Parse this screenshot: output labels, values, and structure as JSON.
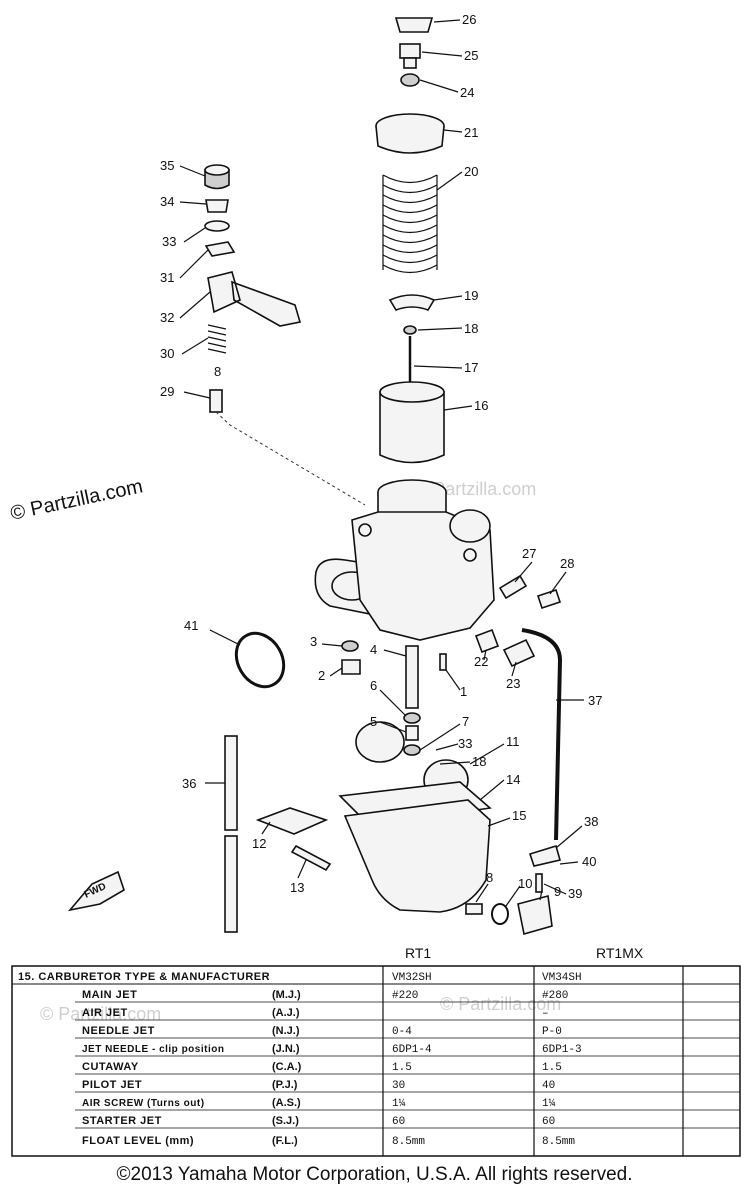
{
  "watermark": "© Partzilla.com",
  "callouts": [
    {
      "id": "26",
      "text": "26"
    },
    {
      "id": "25",
      "text": "25"
    },
    {
      "id": "24",
      "text": "24"
    },
    {
      "id": "21",
      "text": "21"
    },
    {
      "id": "20",
      "text": "20"
    },
    {
      "id": "19",
      "text": "19"
    },
    {
      "id": "18a",
      "text": "18"
    },
    {
      "id": "17",
      "text": "17"
    },
    {
      "id": "16",
      "text": "16"
    },
    {
      "id": "35",
      "text": "35"
    },
    {
      "id": "34",
      "text": "34"
    },
    {
      "id": "33a",
      "text": "33"
    },
    {
      "id": "31",
      "text": "31"
    },
    {
      "id": "32",
      "text": "32"
    },
    {
      "id": "30",
      "text": "30"
    },
    {
      "id": "8a",
      "text": "8"
    },
    {
      "id": "29",
      "text": "29"
    },
    {
      "id": "27",
      "text": "27"
    },
    {
      "id": "28",
      "text": "28"
    },
    {
      "id": "41",
      "text": "41"
    },
    {
      "id": "3",
      "text": "3"
    },
    {
      "id": "2",
      "text": "2"
    },
    {
      "id": "4",
      "text": "4"
    },
    {
      "id": "22",
      "text": "22"
    },
    {
      "id": "23",
      "text": "23"
    },
    {
      "id": "1",
      "text": "1"
    },
    {
      "id": "37",
      "text": "37"
    },
    {
      "id": "6",
      "text": "6"
    },
    {
      "id": "5",
      "text": "5"
    },
    {
      "id": "7",
      "text": "7"
    },
    {
      "id": "33b",
      "text": "33"
    },
    {
      "id": "11",
      "text": "11"
    },
    {
      "id": "18b",
      "text": "18"
    },
    {
      "id": "36",
      "text": "36"
    },
    {
      "id": "14",
      "text": "14"
    },
    {
      "id": "15",
      "text": "15"
    },
    {
      "id": "38",
      "text": "38"
    },
    {
      "id": "40",
      "text": "40"
    },
    {
      "id": "12",
      "text": "12"
    },
    {
      "id": "13",
      "text": "13"
    },
    {
      "id": "8b",
      "text": "8"
    },
    {
      "id": "10",
      "text": "10"
    },
    {
      "id": "9",
      "text": "9"
    },
    {
      "id": "39",
      "text": "39"
    }
  ],
  "fwd_label": "FWD",
  "spec_table": {
    "col_headers": [
      "RT1",
      "RT1MX"
    ],
    "title": "15.  CARBURETOR TYPE & MANUFACTURER",
    "type_values": [
      "VM32SH",
      "VM34SH"
    ],
    "rows": [
      {
        "item": "MAIN JET",
        "abbr": "(M.J.)",
        "rt1": "#220",
        "rt1mx": "#280"
      },
      {
        "item": "AIR JET",
        "abbr": "(A.J.)",
        "rt1": "",
        "rt1mx": "–"
      },
      {
        "item": "NEEDLE JET",
        "abbr": "(N.J.)",
        "rt1": "0-4",
        "rt1mx": "P-0"
      },
      {
        "item": "JET NEEDLE - clip position",
        "abbr": "(J.N.)",
        "rt1": "6DP1-4",
        "rt1mx": "6DP1-3"
      },
      {
        "item": "CUTAWAY",
        "abbr": "(C.A.)",
        "rt1": "1.5",
        "rt1mx": "1.5"
      },
      {
        "item": "PILOT JET",
        "abbr": "(P.J.)",
        "rt1": "30",
        "rt1mx": "40"
      },
      {
        "item": "AIR SCREW (Turns out)",
        "abbr": "(A.S.)",
        "rt1": "1¼",
        "rt1mx": "1¼"
      },
      {
        "item": "STARTER JET",
        "abbr": "(S.J.)",
        "rt1": "60",
        "rt1mx": "60"
      },
      {
        "item": "FLOAT LEVEL (mm)",
        "abbr": "(F.L.)",
        "rt1": "8.5mm",
        "rt1mx": "8.5mm"
      }
    ]
  },
  "footer": "©2013 Yamaha Motor Corporation, U.S.A. All rights reserved."
}
